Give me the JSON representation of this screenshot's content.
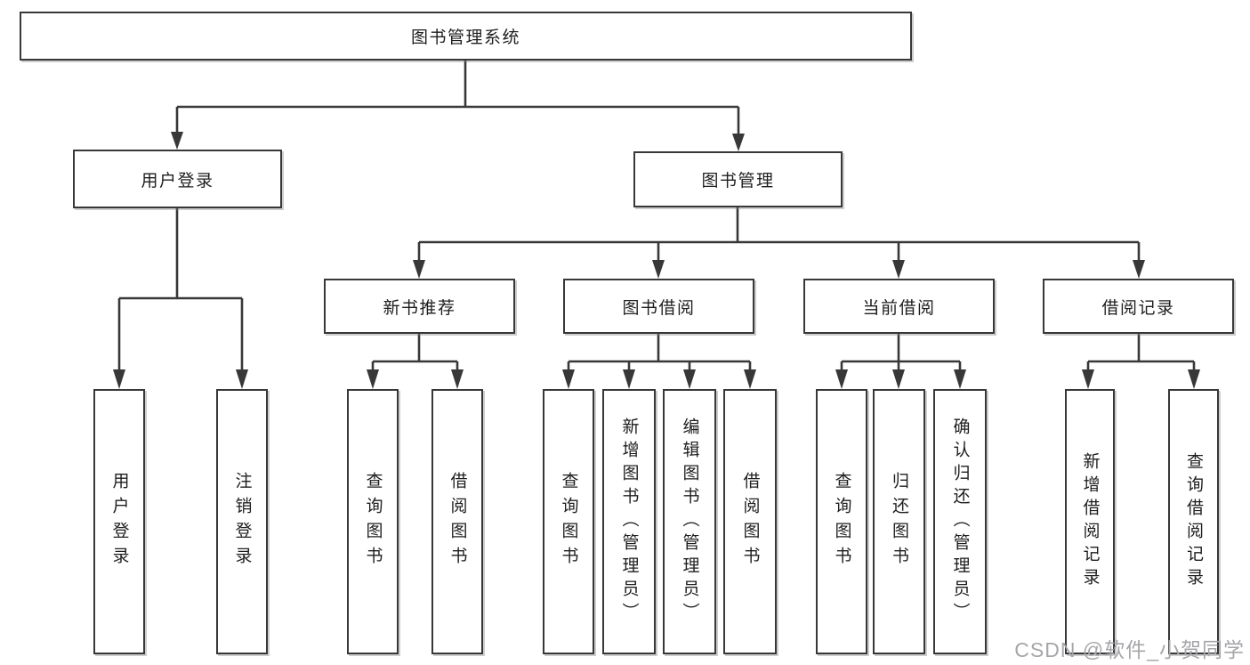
{
  "diagram_title": "图书管理系统",
  "nodes": {
    "root": {
      "label": "图书管理系统"
    },
    "userLogin": {
      "label": "用户登录"
    },
    "bookManagement": {
      "label": "图书管理"
    },
    "newBookRecommend": {
      "label": "新书推荐"
    },
    "bookBorrow": {
      "label": "图书借阅"
    },
    "currentBorrow": {
      "label": "当前借阅"
    },
    "borrowRecord": {
      "label": "借阅记录"
    },
    "leafUserLogin": {
      "label": "用户登录"
    },
    "leafLogout": {
      "label": "注销登录"
    },
    "leafNbQueryBook": {
      "label": "查询图书"
    },
    "leafNbBorrowBook": {
      "label": "借阅图书"
    },
    "leafBbQueryBook": {
      "label": "查询图书"
    },
    "leafBbAddBook": {
      "label": "新增图书（管理员）"
    },
    "leafBbEditBook": {
      "label": "编辑图书（管理员）"
    },
    "leafBbBorrowBook": {
      "label": "借阅图书"
    },
    "leafCbQueryBook": {
      "label": "查询图书"
    },
    "leafCbReturnBook": {
      "label": "归还图书"
    },
    "leafCbConfirmReturn": {
      "label": "确认归还（管理员）"
    },
    "leafBrAddRecord": {
      "label": "新增借阅记录"
    },
    "leafBrQueryRecord": {
      "label": "查询借阅记录"
    }
  },
  "hierarchy": {
    "图书管理系统": {
      "用户登录": [
        "用户登录",
        "注销登录"
      ],
      "图书管理": {
        "新书推荐": [
          "查询图书",
          "借阅图书"
        ],
        "图书借阅": [
          "查询图书",
          "新增图书（管理员）",
          "编辑图书（管理员）",
          "借阅图书"
        ],
        "当前借阅": [
          "查询图书",
          "归还图书",
          "确认归还（管理员）"
        ],
        "借阅记录": [
          "新增借阅记录",
          "查询借阅记录"
        ]
      }
    }
  },
  "watermark": {
    "text": "CSDN @软件_小贺同学"
  },
  "colors": {
    "line": "#383838",
    "text": "#1e1e1e",
    "box_background": "#ffffff",
    "watermark": "#a6a6aa"
  }
}
